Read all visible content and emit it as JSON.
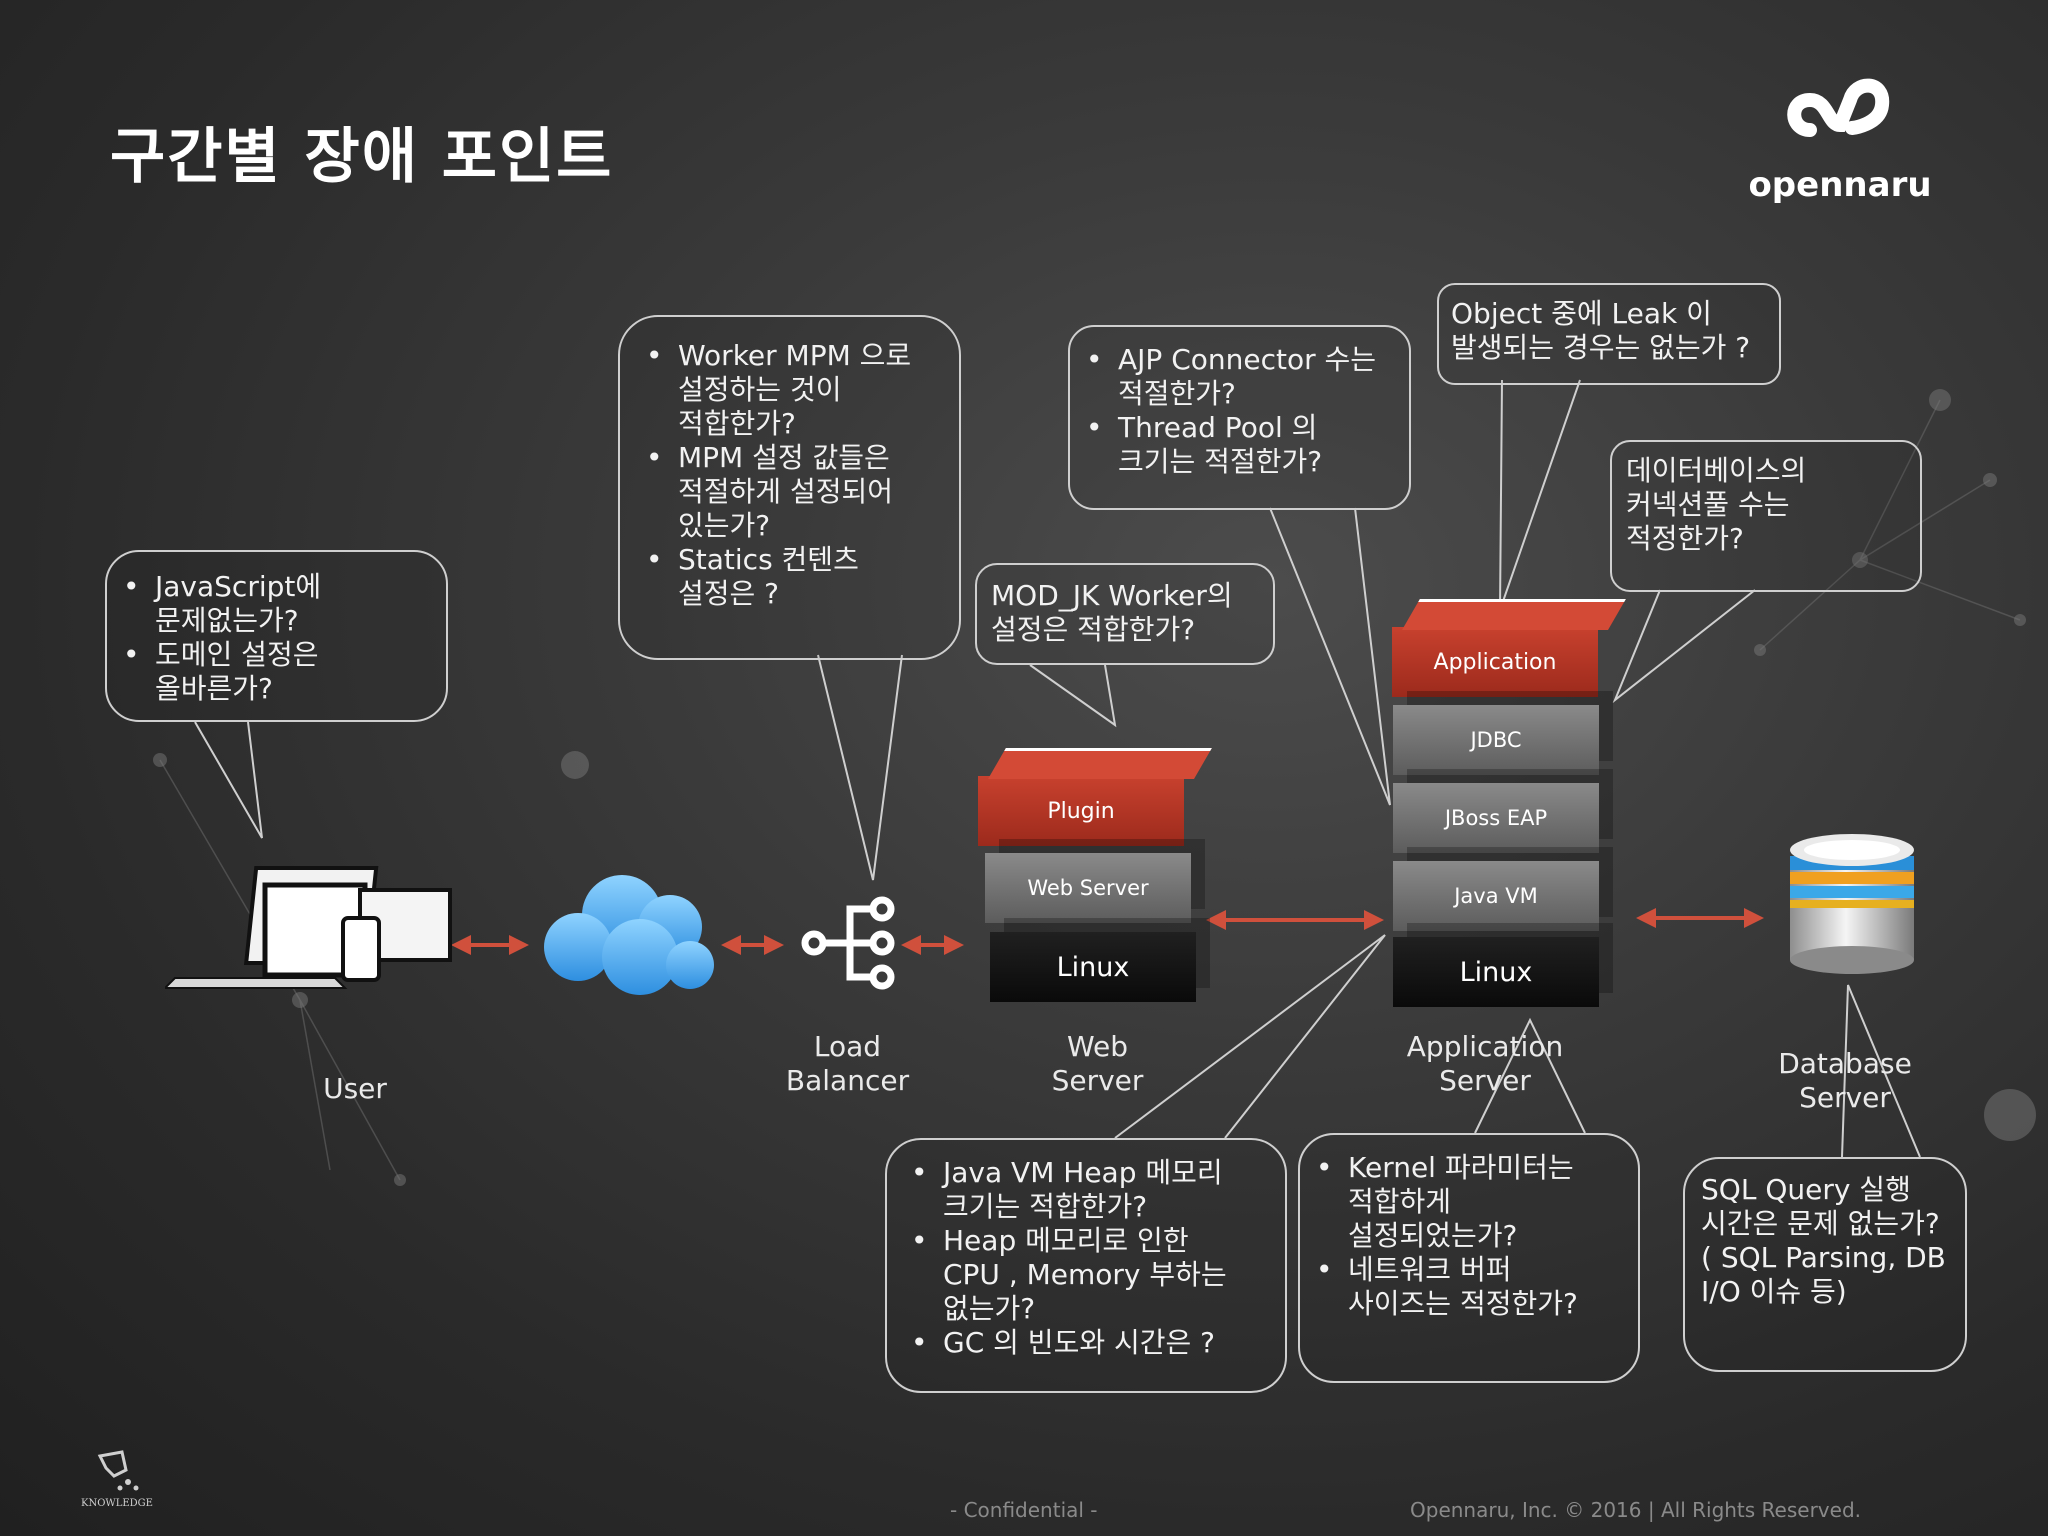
{
  "title": "구간별 장애 포인트",
  "logo": {
    "text": "opennaru",
    "icon": "opennaru-swirl-logo"
  },
  "callouts": {
    "user": [
      "JavaScript에\n문제없는가?",
      "도메인 설정은\n올바른가?"
    ],
    "load_balancer": [
      "Worker MPM 으로\n설정하는 것이\n적합한가?",
      "MPM 설정 값들은\n적절하게 설정되어\n있는가?",
      "Statics 컨텐츠\n설정은 ?"
    ],
    "mod_jk": "MOD_JK Worker의\n설정은 적합한가?",
    "ajp": [
      "AJP Connector 수는\n적절한가?",
      "Thread Pool 의\n크기는 적절한가?"
    ],
    "object": "Object 중에 Leak 이\n발생되는 경우는 없는가 ?",
    "db_pool": "데이터베이스의\n커넥션풀 수는\n적정한가?",
    "java_vm": [
      "Java VM Heap 메모리\n크기는 적합한가?",
      "Heap 메모리로 인한\nCPU , Memory 부하는\n없는가?",
      "GC 의 빈도와 시간은 ?"
    ],
    "kernel": [
      "Kernel 파라미터는\n적합하게\n설정되었는가?",
      "네트워크 버퍼\n사이즈는 적정한가?"
    ],
    "sql": "SQL Query 실행\n시간은 문제 없는가?\n( SQL Parsing, DB\nI/O 이슈 등)"
  },
  "web_stack": [
    "Plugin",
    "Web Server",
    "Linux"
  ],
  "app_stack": [
    "Application",
    "JDBC",
    "JBoss EAP",
    "Java VM",
    "Linux"
  ],
  "labels": {
    "user": "User",
    "load_balancer": "Load\nBalancer",
    "web_server": "Web\nServer",
    "app_server": "Application\nServer",
    "db_server": "Database\nServer"
  },
  "footer": {
    "confidential": "- Confidential -",
    "copyright": "Opennaru, Inc. ©  2016 | All Rights Reserved.",
    "knowledge": "KNOWLEDGE"
  },
  "colors": {
    "accent_red": "#c8412e",
    "arrow": "#d0503c",
    "line": "#d6d6d6"
  }
}
